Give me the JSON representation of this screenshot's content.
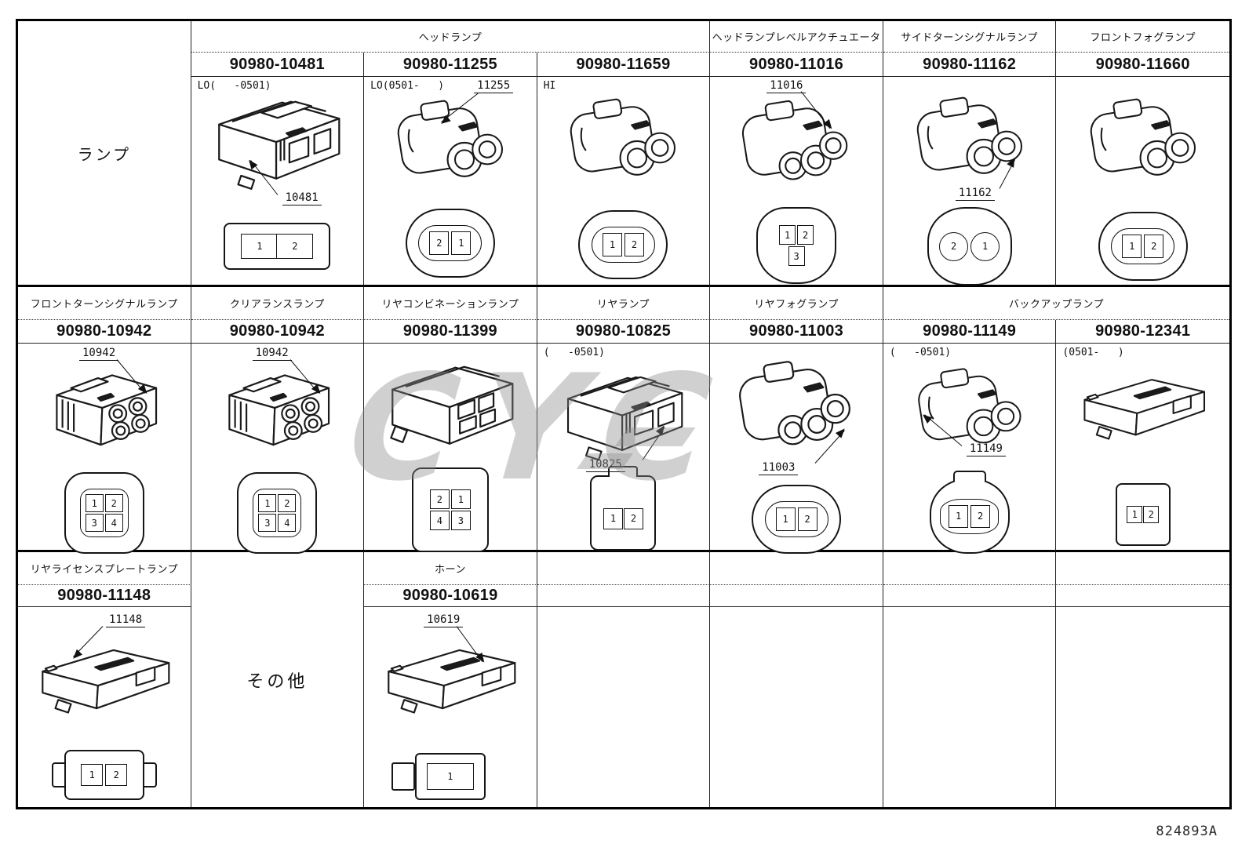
{
  "footer_id": "824893A",
  "side_label": "ランプ",
  "other_label": "その他",
  "watermark_text": "CYC",
  "groups": [
    {
      "headers": [
        {
          "label": "ヘッドランプ",
          "span": 3
        },
        {
          "label": "ヘッドランプレベルアクチュエータ",
          "span": 1
        },
        {
          "label": "サイドターンシグナルランプ",
          "span": 1
        },
        {
          "label": "フロントフォグランプ",
          "span": 1
        }
      ],
      "cells": [
        {
          "part_number": "90980-10481",
          "note": "LO(   -0501)",
          "callout": "10481",
          "body": "box-2pin-connector",
          "face": "rect-2pin",
          "pins": [
            "1",
            "2"
          ]
        },
        {
          "part_number": "90980-11255",
          "note": "LO(0501-   )",
          "callout": "11255",
          "body": "round-2pin-connector",
          "face": "oval-2pin",
          "pins": [
            "2",
            "1"
          ]
        },
        {
          "part_number": "90980-11659",
          "note": "HI",
          "callout": "",
          "body": "round-2pin-connector",
          "face": "oval-2pin",
          "pins": [
            "1",
            "2"
          ]
        },
        {
          "part_number": "90980-11016",
          "note": "",
          "callout": "11016",
          "body": "round-3pin-connector",
          "face": "triangular-3pin",
          "pins": [
            "1",
            "2",
            "3"
          ]
        },
        {
          "part_number": "90980-11162",
          "note": "",
          "callout": "11162",
          "body": "round-2pin-connector",
          "face": "round-2pin-circles",
          "pins": [
            "2",
            "1"
          ]
        },
        {
          "part_number": "90980-11660",
          "note": "",
          "callout": "",
          "body": "round-2pin-connector",
          "face": "oval-2pin",
          "pins": [
            "1",
            "2"
          ]
        }
      ]
    },
    {
      "headers": [
        {
          "label": "フロントターンシグナルランプ",
          "span": 1
        },
        {
          "label": "クリアランスランプ",
          "span": 1
        },
        {
          "label": "リヤコンビネーションランプ",
          "span": 1
        },
        {
          "label": "リヤランプ",
          "span": 1
        },
        {
          "label": "リヤフォグランプ",
          "span": 1
        },
        {
          "label": "バックアップランプ",
          "span": 2
        }
      ],
      "cells": [
        {
          "part_number": "90980-10942",
          "note": "",
          "callout": "10942",
          "body": "quad-4pin-connector",
          "face": "grid-4pin",
          "pins": [
            "1",
            "2",
            "3",
            "4"
          ]
        },
        {
          "part_number": "90980-10942",
          "note": "",
          "callout": "10942",
          "body": "quad-4pin-connector",
          "face": "grid-4pin",
          "pins": [
            "1",
            "2",
            "3",
            "4"
          ]
        },
        {
          "part_number": "90980-11399",
          "note": "",
          "callout": "",
          "body": "box-4pin-connector",
          "face": "grid-4pin-clip",
          "pins": [
            "2",
            "1",
            "4",
            "3"
          ]
        },
        {
          "part_number": "90980-10825",
          "note": "(   -0501)",
          "callout": "10825",
          "body": "box-2pin-connector",
          "face": "tall-2pin",
          "pins": [
            "1",
            "2"
          ]
        },
        {
          "part_number": "90980-11003",
          "note": "",
          "callout": "11003",
          "body": "round-3pin-connector",
          "face": "oval-2pin",
          "pins": [
            "1",
            "2"
          ]
        },
        {
          "part_number": "90980-11149",
          "note": "(   -0501)",
          "callout": "11149",
          "body": "round-2pin-connector",
          "face": "round-2pin",
          "pins": [
            "1",
            "2"
          ]
        },
        {
          "part_number": "90980-12341",
          "note": "(0501-   )",
          "callout": "",
          "body": "flat-box-connector",
          "face": "small-2pin",
          "pins": [
            "1",
            "2"
          ]
        }
      ]
    },
    {
      "headers": [
        {
          "label": "リヤライセンスプレートランプ",
          "span": 1
        },
        {
          "label": "ホーン",
          "span": 1
        }
      ],
      "cells": [
        {
          "part_number": "90980-11148",
          "note": "",
          "callout": "11148",
          "body": "flat-box-connector",
          "face": "winged-2pin",
          "pins": [
            "1",
            "2"
          ]
        },
        {
          "part_number": "90980-10619",
          "note": "",
          "callout": "10619",
          "body": "flat-box-connector",
          "face": "side-1pin",
          "pins": [
            "1"
          ]
        }
      ]
    }
  ]
}
